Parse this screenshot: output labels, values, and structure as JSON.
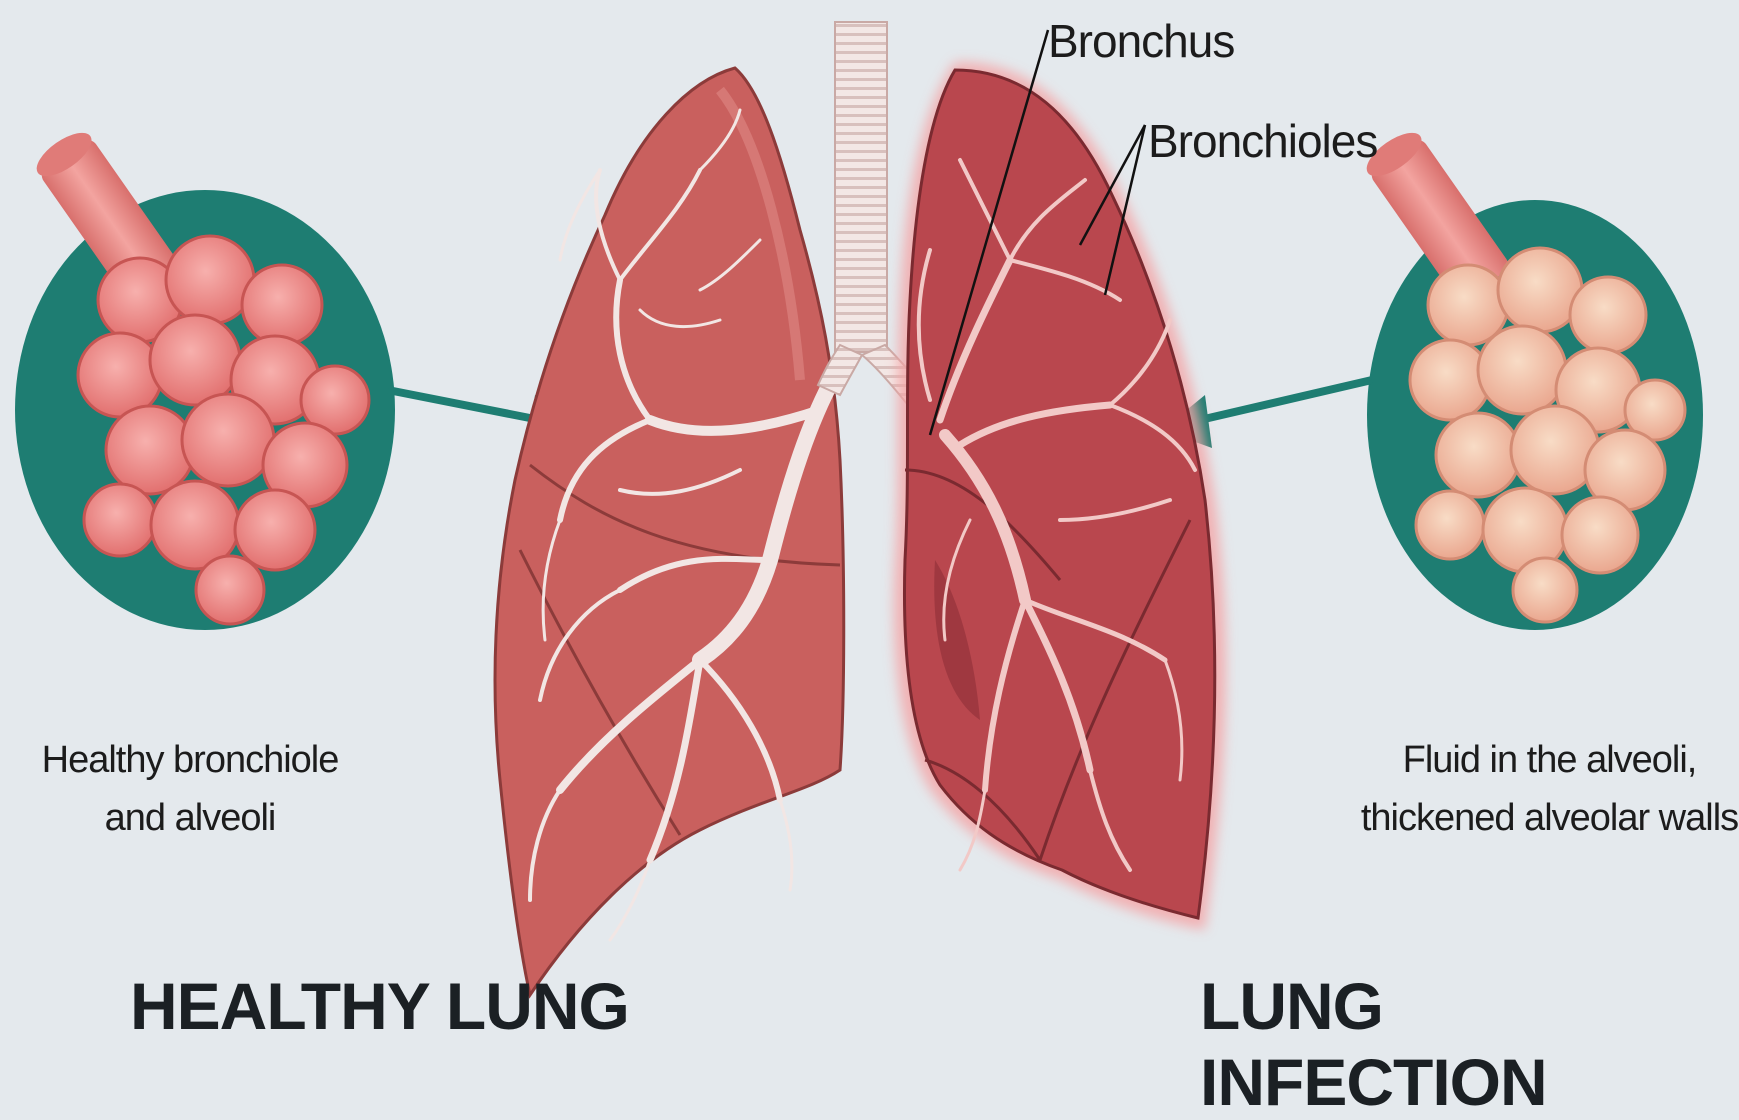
{
  "annotations": {
    "bronchus": "Bronchus",
    "bronchioles": "Bronchioles"
  },
  "captions": {
    "healthy_line1": "Healthy bronchiole",
    "healthy_line2": "and alveoli",
    "infected_line1": "Fluid in the alveoli,",
    "infected_line2": "thickened alveolar walls"
  },
  "titles": {
    "healthy": "HEALTHY LUNG",
    "infected": "LUNG INFECTION"
  },
  "colors": {
    "background": "#e4e9ed",
    "teal_ring": "#1e7d72",
    "lung_healthy": "#c9605e",
    "lung_infected": "#b9474e",
    "airway": "#f2e6e4",
    "alveoli_healthy": "#ee8e8c",
    "alveoli_infected": "#f2c0a6"
  }
}
